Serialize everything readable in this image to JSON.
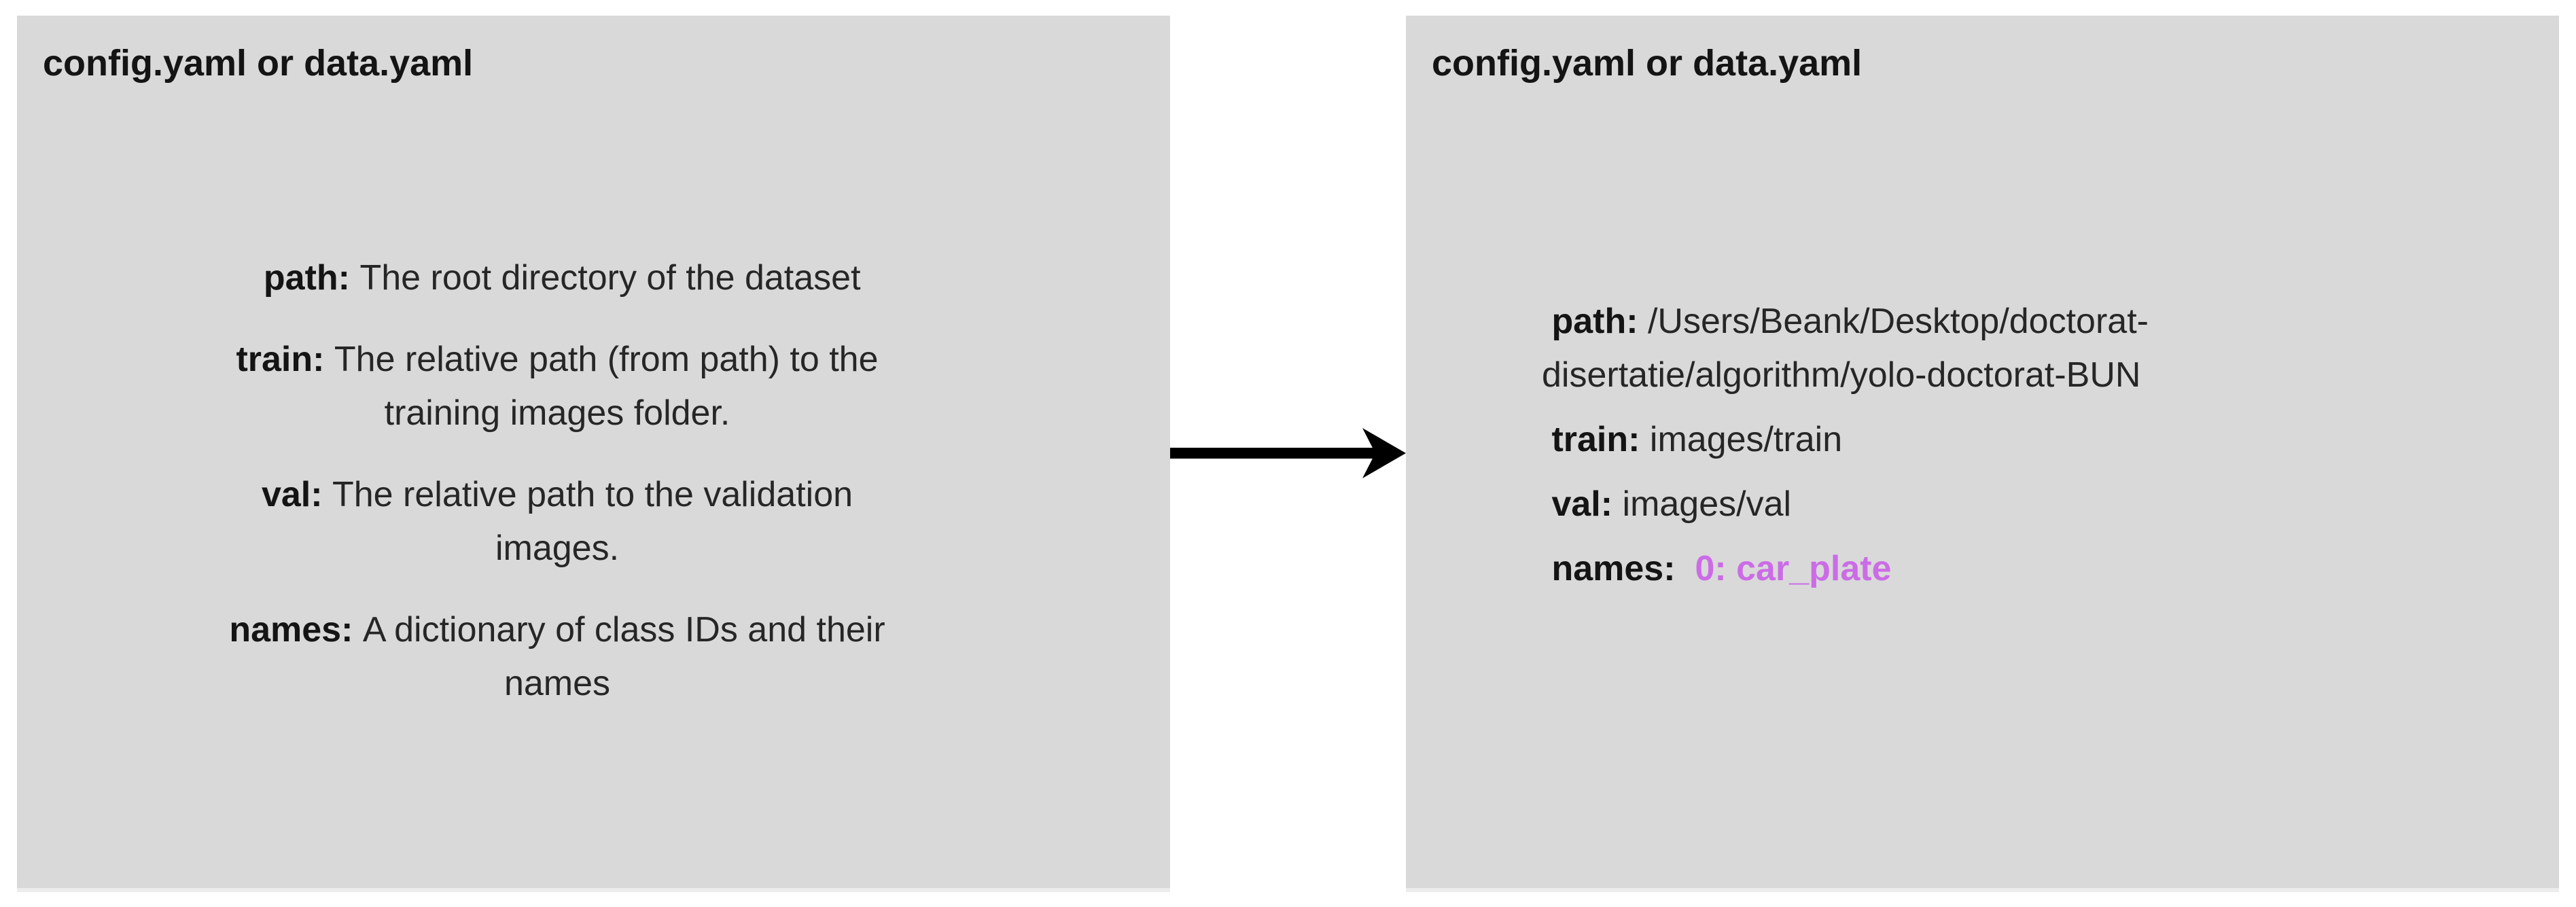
{
  "page": {
    "background": "#ffffff"
  },
  "colors": {
    "panel_bg": "#d9d9d9",
    "panel_edge": "#ececec",
    "title_text": "#141414",
    "body_text": "#262626",
    "arrow": "#000000",
    "class_name_highlight": "#cb6ce6"
  },
  "arrow": {
    "direction": "right"
  },
  "panels": [
    {
      "id": "left",
      "title": "config.yaml or data.yaml",
      "align": "center",
      "entries": [
        {
          "key": " path: ",
          "lines": [
            "The root directory of the dataset"
          ]
        },
        {
          "key": "train: ",
          "lines": [
            "The relative path (from path) to the",
            "training images folder."
          ]
        },
        {
          "key": "val: ",
          "lines": [
            "The relative path to the validation",
            "images."
          ]
        },
        {
          "key": "names: ",
          "lines": [
            "A dictionary of class IDs and their",
            "names"
          ],
          "extra_gap": true
        }
      ]
    },
    {
      "id": "right",
      "title": "config.yaml or data.yaml",
      "align": "left",
      "entries": [
        {
          "key": " path: ",
          "lines": [
            "/Users/Beank/Desktop/doctorat-",
            "disertatie/algorithm/yolo-doctorat-BUN"
          ]
        },
        {
          "key": " train: ",
          "lines": [
            "images/train"
          ]
        },
        {
          "key": " val: ",
          "lines": [
            "images/val"
          ]
        },
        {
          "key": " names:  ",
          "lines": [
            "0: car_plate"
          ],
          "value_color": "#cb6ce6",
          "value_bold": true
        }
      ]
    }
  ]
}
